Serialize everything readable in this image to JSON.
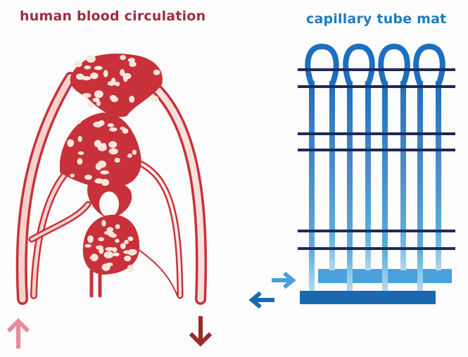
{
  "left_panel": {
    "title": "human blood circulation",
    "colors": {
      "vessel": "#c8313a",
      "fill": "#f6d2cc",
      "arrow_in": "#e98a9a",
      "arrow_out": "#9b2a2a"
    }
  },
  "right_panel": {
    "title": "capillary tube mat",
    "tube_count": 8,
    "colors": {
      "tube_top": "#1c6fc0",
      "tube_bottom": "#a8d2ee",
      "crossbar": "#1e2a5a",
      "header_supply": "#4aa0da",
      "header_return": "#1b68b2"
    }
  },
  "flow_arrows": {
    "left_in": "arrow-up-icon",
    "left_out": "arrow-down-icon",
    "right_in": "arrow-right-icon",
    "right_out": "arrow-left-icon"
  }
}
